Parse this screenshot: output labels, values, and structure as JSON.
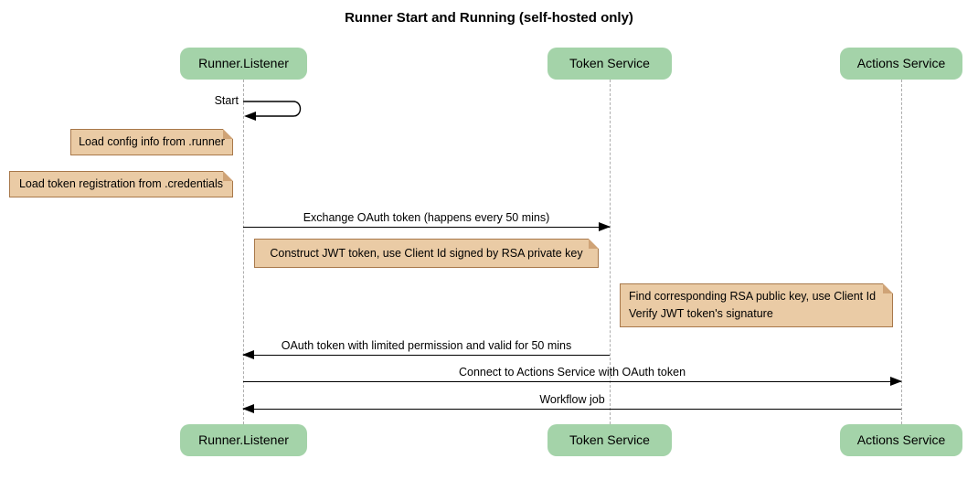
{
  "diagram": {
    "title": "Runner Start and Running (self-hosted only)",
    "participants": [
      {
        "name": "Runner.Listener"
      },
      {
        "name": "Token Service"
      },
      {
        "name": "Actions Service"
      }
    ],
    "self_message": {
      "label": "Start",
      "on": "Runner.Listener"
    },
    "notes": [
      {
        "lines": [
          "Load config info from .runner"
        ]
      },
      {
        "lines": [
          "Load token registration from .credentials"
        ]
      },
      {
        "lines": [
          "Construct JWT token, use Client Id signed by RSA private key"
        ]
      },
      {
        "lines": [
          "Find corresponding RSA public key, use Client Id",
          "Verify JWT token's signature"
        ]
      }
    ],
    "messages": [
      {
        "label": "Exchange OAuth token (happens every 50 mins)",
        "from": "Runner.Listener",
        "to": "Token Service"
      },
      {
        "label": "OAuth token with limited permission and valid for 50 mins",
        "from": "Token Service",
        "to": "Runner.Listener"
      },
      {
        "label": "Connect to Actions Service with OAuth token",
        "from": "Runner.Listener",
        "to": "Actions Service"
      },
      {
        "label": "Workflow job",
        "from": "Actions Service",
        "to": "Runner.Listener"
      }
    ],
    "colors": {
      "participant_fill": "#A4D3A9",
      "note_fill": "#EACBA5",
      "note_border": "#A8784A",
      "lifeline": "#ADADAD",
      "arrow": "#000000"
    }
  }
}
